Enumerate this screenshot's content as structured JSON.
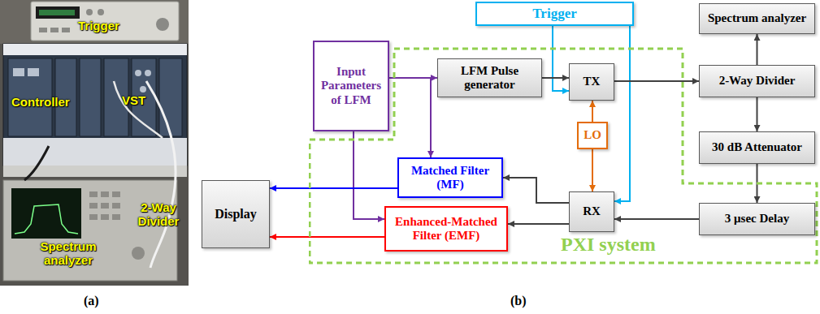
{
  "diagram": {
    "nodes": [
      {
        "text": [
          "Trigger"
        ]
      },
      {
        "text": [
          "Input Parameters of LFM"
        ]
      },
      {
        "text": [
          "PXI system"
        ]
      },
      {
        "text": [
          "LFM Pulse generator"
        ],
        "in": 2
      },
      {
        "text": [
          "TX"
        ],
        "in": 2
      },
      {
        "text": [
          "LO"
        ],
        "in": 2
      },
      {
        "text": [
          "RX"
        ],
        "in": 2
      },
      {
        "text": [
          "Matched Filter (MF)"
        ],
        "in": 2
      },
      {
        "text": [
          "Enhanced-Matched Filter (EMF)"
        ],
        "in": 2
      },
      {
        "text": [
          "3 μsec Delay"
        ],
        "in": 2
      },
      {
        "text": [
          "Spectrum analyzer"
        ]
      },
      {
        "text": [
          "2-Way Divider"
        ]
      },
      {
        "text": [
          "30 dB Attenuator"
        ]
      },
      {
        "text": [
          "Display"
        ]
      }
    ],
    "edges": [
      {
        "from": 0,
        "to": 4,
        "arrow": "to"
      },
      {
        "from": 0,
        "to": 6,
        "arrow": "to"
      },
      {
        "from": 1,
        "to": 3,
        "arrow": "to"
      },
      {
        "from": 1,
        "to": 7,
        "arrow": "to"
      },
      {
        "from": 1,
        "to": 8,
        "arrow": "to"
      },
      {
        "from": 3,
        "to": 4,
        "arrow": "to"
      },
      {
        "from": 4,
        "to": 11,
        "arrow": "to"
      },
      {
        "from": 5,
        "to": 4,
        "arrow": "to"
      },
      {
        "from": 5,
        "to": 6,
        "arrow": "to"
      },
      {
        "from": 11,
        "to": 10,
        "arrow": "to"
      },
      {
        "from": 11,
        "to": 12,
        "arrow": "to"
      },
      {
        "from": 12,
        "to": 9,
        "arrow": "to"
      },
      {
        "from": 9,
        "to": 6,
        "arrow": "to"
      },
      {
        "from": 6,
        "to": 7,
        "arrow": "to"
      },
      {
        "from": 6,
        "to": 8,
        "arrow": "to"
      },
      {
        "from": 7,
        "to": 13,
        "arrow": "to"
      },
      {
        "from": 8,
        "to": 13,
        "arrow": "to"
      }
    ],
    "labels": [
      "Trigger",
      "Controller",
      "VST",
      "2-Way Divider",
      "Spectrum analyzer",
      "(a)",
      "(b)"
    ]
  }
}
